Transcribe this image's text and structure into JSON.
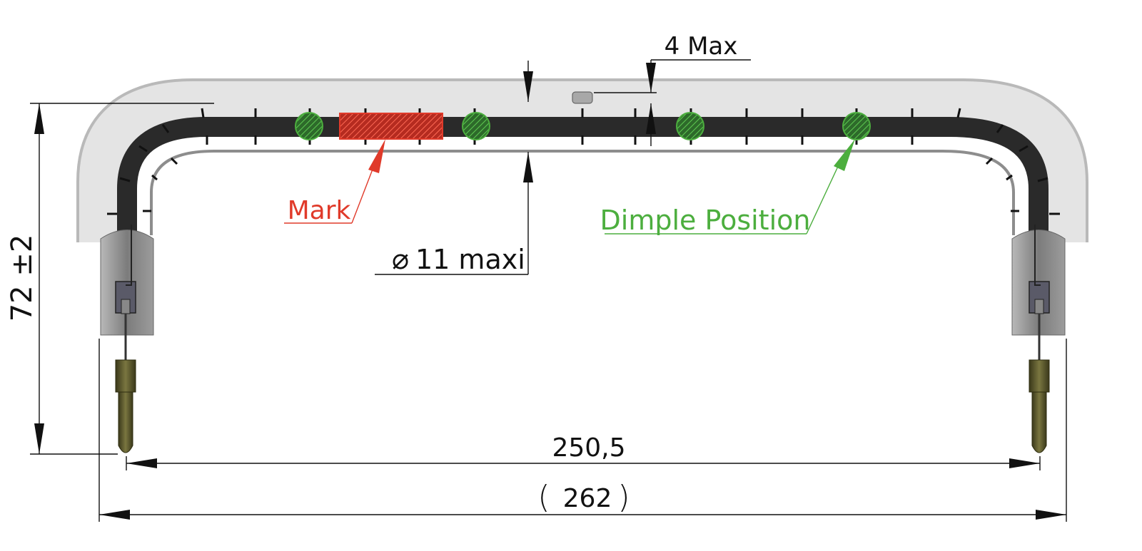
{
  "drawing": {
    "dimensions": {
      "height_label": "72 ±2",
      "inner_width_label": "250,5",
      "overall_width_label": "262",
      "overall_open_paren": "(",
      "overall_close_paren": ")",
      "diameter_label": "11 maxi",
      "diameter_symbol": "⌀",
      "dimple_depth_label": "4 Max"
    },
    "callouts": {
      "mark_label": "Mark",
      "dimple_label": "Dimple Position"
    },
    "colors": {
      "mark": "#e03a2a",
      "dimple": "#4cae3e",
      "tube_dark": "#2b2b2b",
      "tube_light": "#c9c9c9",
      "connector": "#5e5a2a"
    }
  }
}
